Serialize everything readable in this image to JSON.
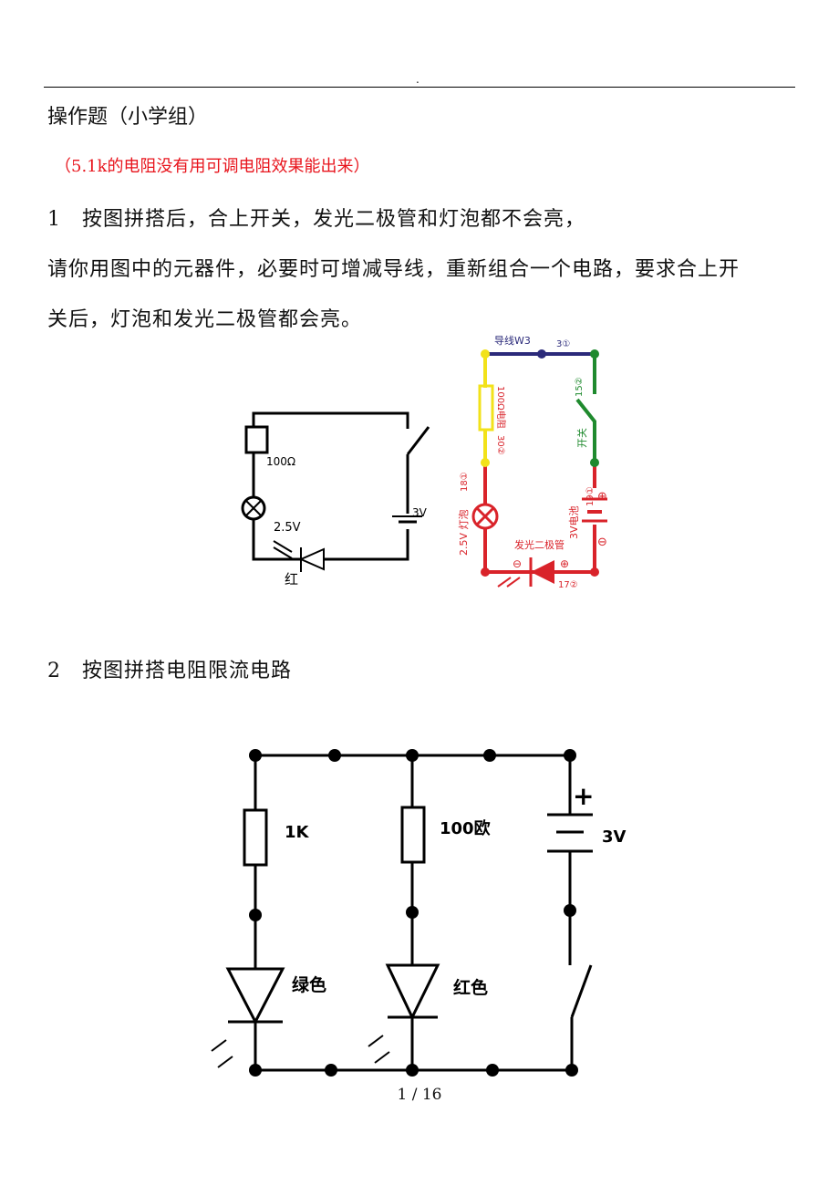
{
  "header": {
    "mark": "."
  },
  "title": "操作题（小学组）",
  "note": "（5.1k的电阻没有用可调电阻效果能出来）",
  "q1": {
    "line1": "1　按图拼搭后，合上开关，发光二极管和灯泡都不会亮，",
    "line2": "请你用图中的元器件，必要时可增减导线，重新组合一个电路，要求合上开",
    "line3": "关后，灯泡和发光二极管都会亮。",
    "schematic": {
      "resistor": "100Ω",
      "lamp": "2.5V",
      "battery": "3V",
      "led": "红"
    },
    "kit": {
      "wire": "导线W3",
      "wire_tag": "3①",
      "resistor": "100Ω电阻",
      "resistor_tag": "30②",
      "switch": "开关",
      "switch_tag": "15②",
      "lamp": "2.5V 灯泡",
      "lamp_tag": "18①",
      "battery": "3V电池",
      "battery_tag": "19①",
      "led": "发光二极管",
      "led_tag": "17②",
      "plus": "⊕",
      "minus": "⊖",
      "colors": {
        "wire": "#2b2a7a",
        "resistor": "#f2e21a",
        "switch": "#1f8a2e",
        "circuit": "#d9232a"
      }
    }
  },
  "q2": {
    "heading": "2　按图拼搭电阻限流电路",
    "labels": {
      "r1": "1K",
      "r2": "100欧",
      "battery": "3V",
      "plus": "+",
      "led1": "绿色",
      "led2": "红色"
    }
  },
  "footer": {
    "page": "1 / 16"
  }
}
